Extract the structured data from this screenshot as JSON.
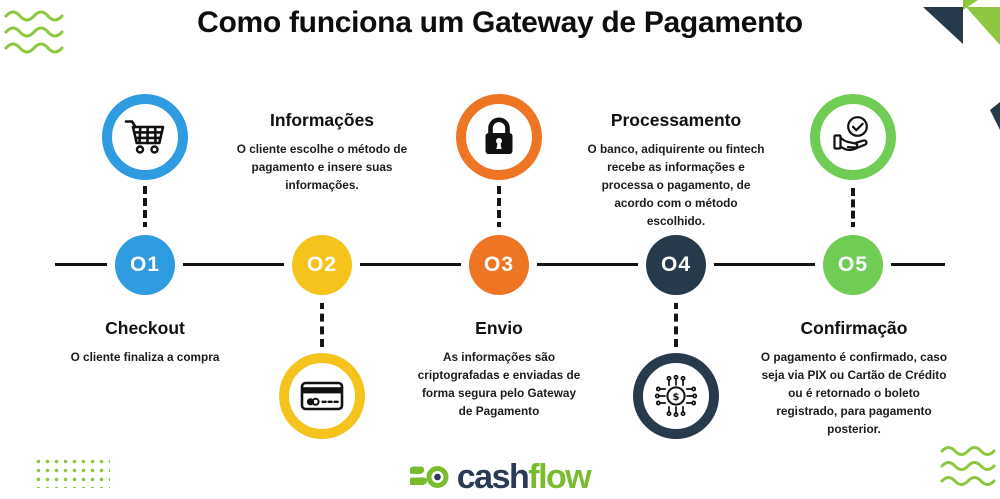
{
  "title": "Como funciona um Gateway de Pagamento",
  "colors": {
    "step1_blue": "#2F9BE1",
    "step2_yellow": "#F6C31D",
    "step3_orange": "#EE7523",
    "step4_navy": "#263A4B",
    "step5_green": "#6FCD55",
    "decor_green": "#8DC63F",
    "timeline_black": "#151515",
    "logo_navy": "#2B3A55",
    "logo_green": "#79BC2D"
  },
  "steps": [
    {
      "number": "O1",
      "label": "Checkout",
      "description": "O cliente finaliza a compra",
      "color": "#2F9BE1",
      "icon": "shopping-cart-icon"
    },
    {
      "number": "O2",
      "label": "Informações",
      "description": "O cliente escolhe o método de\npagamento e insere suas\ninformações.",
      "color": "#F6C31D",
      "icon": "credit-card-icon"
    },
    {
      "number": "O3",
      "label": "Envio",
      "description": "As informações são\ncriptografadas e enviadas de\nforma segura pelo Gateway\nde Pagamento",
      "color": "#EE7523",
      "icon": "padlock-icon"
    },
    {
      "number": "O4",
      "label": "Processamento",
      "description": "O banco, adiquirente ou fintech\nrecebe as informações e\nprocessa o pagamento, de\nacordo com o método\nescolhido.",
      "color": "#263A4B",
      "icon": "fintech-network-icon",
      "icon_symbol": "$"
    },
    {
      "number": "O5",
      "label": "Confirmação",
      "description": "O pagamento é confirmado, caso\nseja via PIX ou Cartão de Crédito\nou é retornado o boleto\nregistrado, para pagamento\nposterior.",
      "color": "#6FCD55",
      "icon": "hand-check-icon"
    }
  ],
  "brand": {
    "cash": "cash",
    "flow": "flow",
    "icon": "cashflow-coin-icon"
  }
}
